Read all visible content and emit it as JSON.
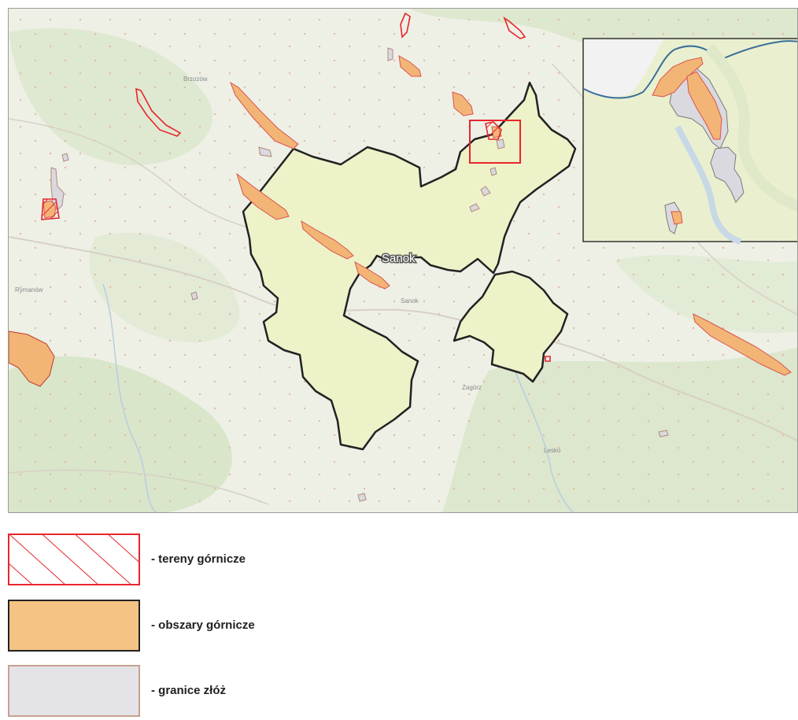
{
  "map": {
    "city_label": "Sanok",
    "place_labels": [
      "Brzozów",
      "Rymanów",
      "Sanok",
      "Zagórz",
      "Lesko"
    ]
  },
  "inset": {
    "place_label": ""
  },
  "legend": {
    "items": [
      {
        "label": "- tereny górnicze",
        "symbol": "hatch",
        "color": "#e8252c"
      },
      {
        "label": "- obszary górnicze",
        "symbol": "fill",
        "color": "#f5c383"
      },
      {
        "label": "- granice złóż",
        "symbol": "fill",
        "color": "#e4e4e8"
      }
    ]
  },
  "colors": {
    "municipality_fill": "#eef2c8",
    "municipality_border": "#222222",
    "mining_area": "#f2b576",
    "mining_terrain": "#e8252c",
    "deposit": "#d9d9df",
    "highlight_box": "#e8252c"
  }
}
